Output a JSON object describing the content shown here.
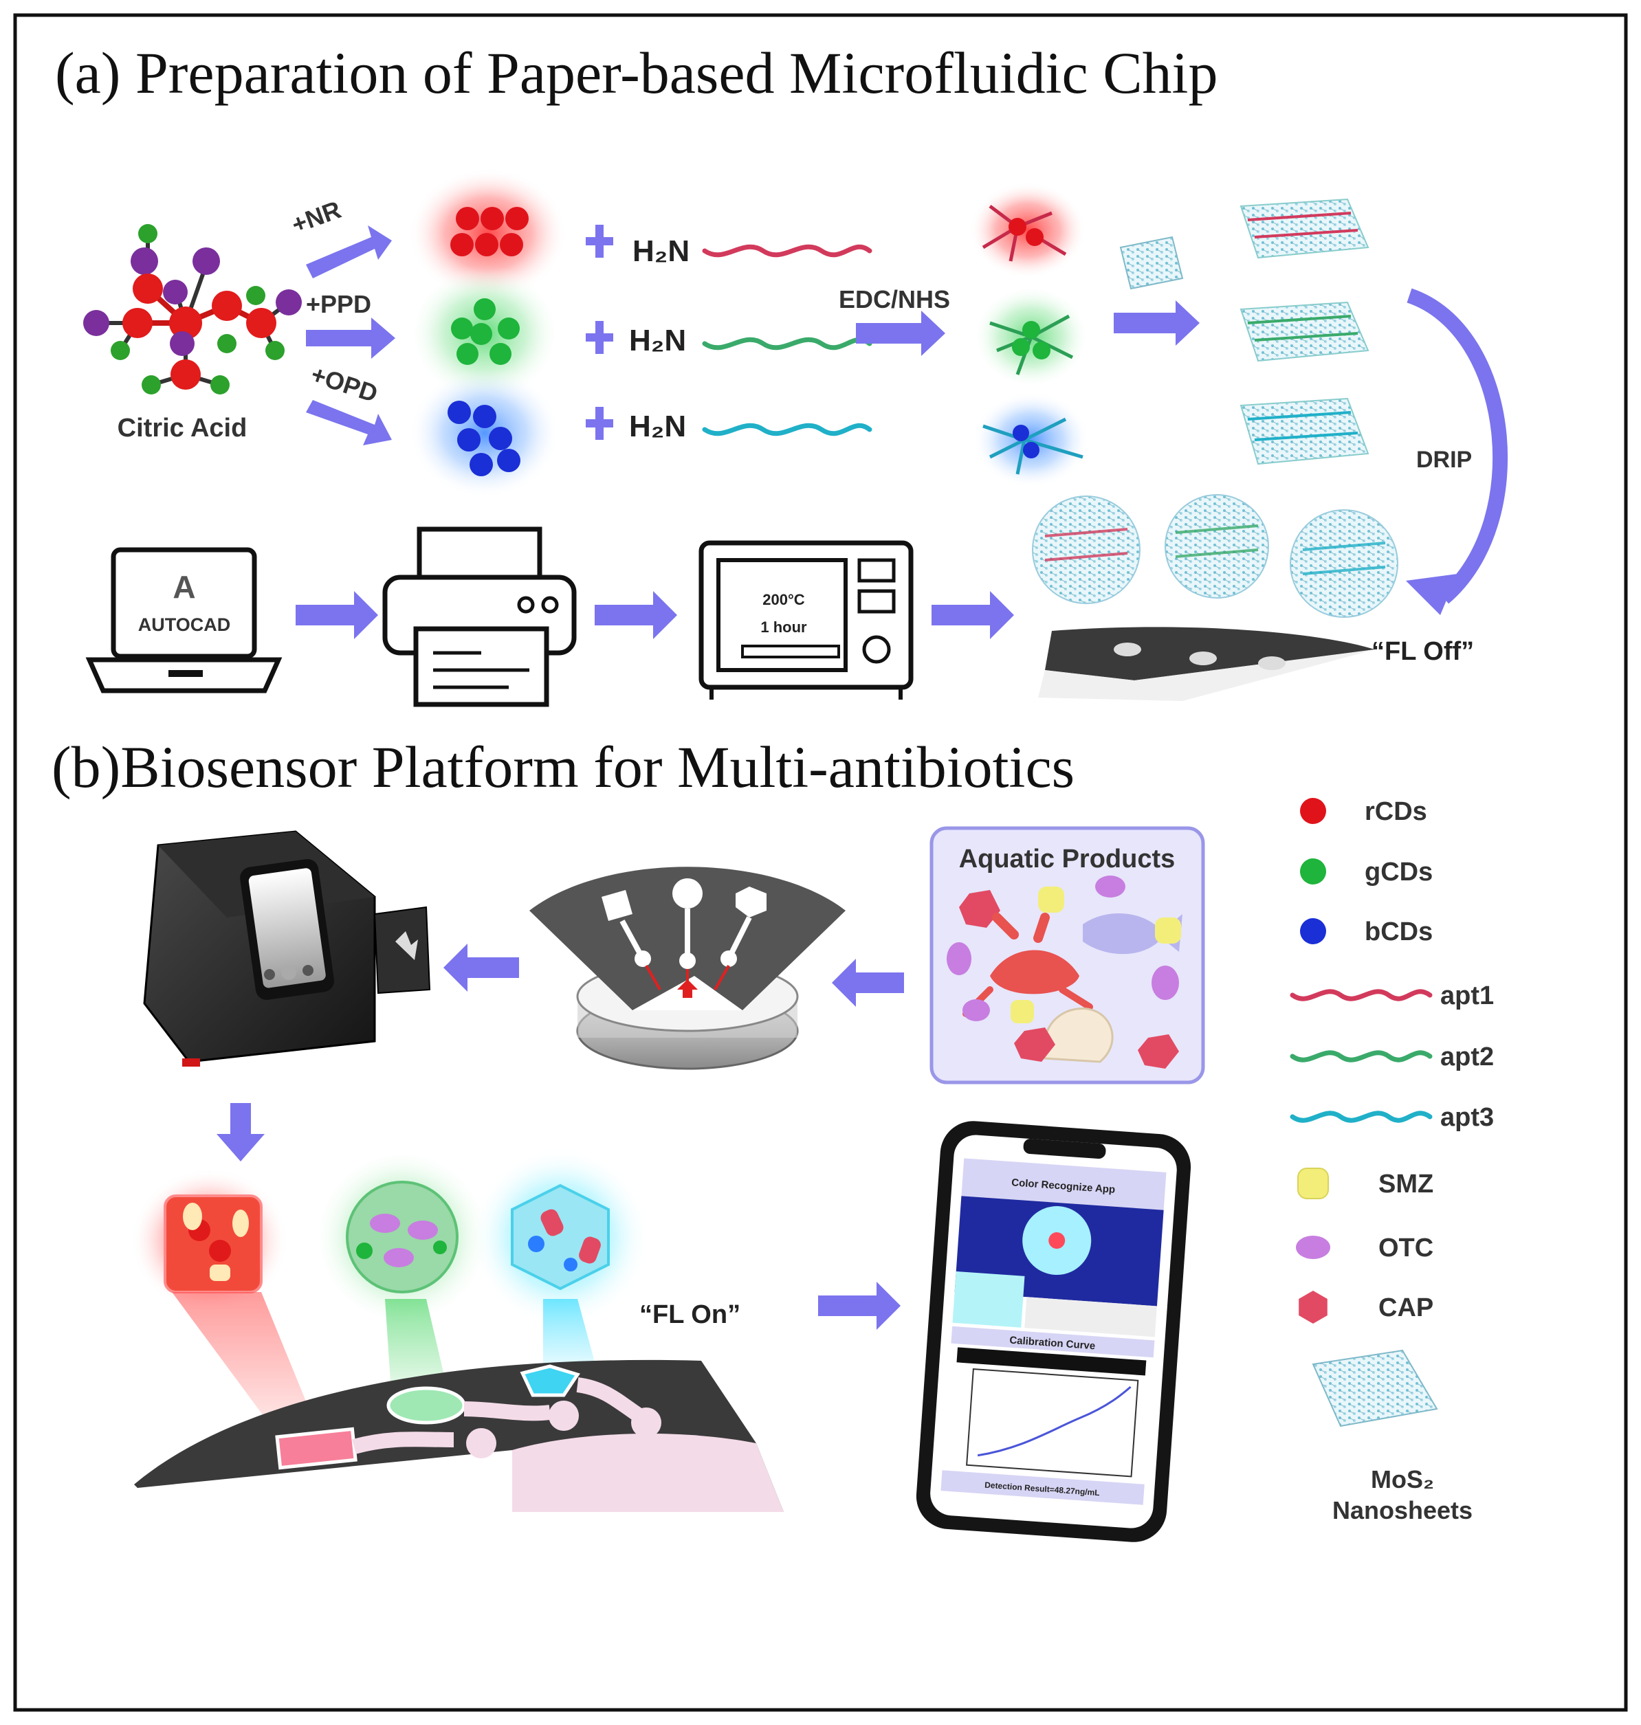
{
  "panel_a": {
    "title": "(a) Preparation of Paper-based Microfluidic Chip",
    "citric_acid_label": "Citric Acid",
    "reagents": [
      "+NR",
      "+PPD",
      "+OPD"
    ],
    "amine_label": "H₂N",
    "coupling_label": "EDC/NHS",
    "drip_label": "DRIP",
    "laptop_label": "AUTOCAD",
    "laptop_logo": "A",
    "oven_temp": "200°C",
    "oven_time": "1 hour",
    "state_label": "“FL Off”"
  },
  "panel_b": {
    "title": "(b)Biosensor Platform for Multi-antibiotics",
    "aquatic_label": "Aquatic Products",
    "state_label": "“FL On”",
    "phone": {
      "app_title": "Color Recognize App",
      "calibration_label": "Calibration Curve",
      "result_label": "Detection Result=48.27ng/mL"
    }
  },
  "legend": {
    "items": [
      {
        "label": "rCDs",
        "icon": "red-dot-icon",
        "color": "#e0131b"
      },
      {
        "label": "gCDs",
        "icon": "green-dot-icon",
        "color": "#1fb43c"
      },
      {
        "label": "bCDs",
        "icon": "blue-dot-icon",
        "color": "#1a2fd6"
      },
      {
        "label": "apt1",
        "icon": "red-aptamer-icon",
        "color": "#d23a5c"
      },
      {
        "label": "apt2",
        "icon": "green-aptamer-icon",
        "color": "#3aaa6a"
      },
      {
        "label": "apt3",
        "icon": "cyan-aptamer-icon",
        "color": "#20b0c8"
      },
      {
        "label": "SMZ",
        "icon": "yellow-rounded-square-icon",
        "color": "#f3ee7a"
      },
      {
        "label": "OTC",
        "icon": "purple-oval-icon",
        "color": "#c77ee0"
      },
      {
        "label": "CAP",
        "icon": "pink-hexagon-icon",
        "color": "#e24a63"
      }
    ],
    "nanosheet_label_line1": "MoS₂",
    "nanosheet_label_line2": "Nanosheets"
  },
  "colors": {
    "arrow": "#7b74ee",
    "frame": "#111111",
    "red": "#e0131b",
    "green": "#1fb43c",
    "blue": "#1a2fd6",
    "chip_dark": "#3a3a3a",
    "panel_bg": "#e7e6fb"
  }
}
